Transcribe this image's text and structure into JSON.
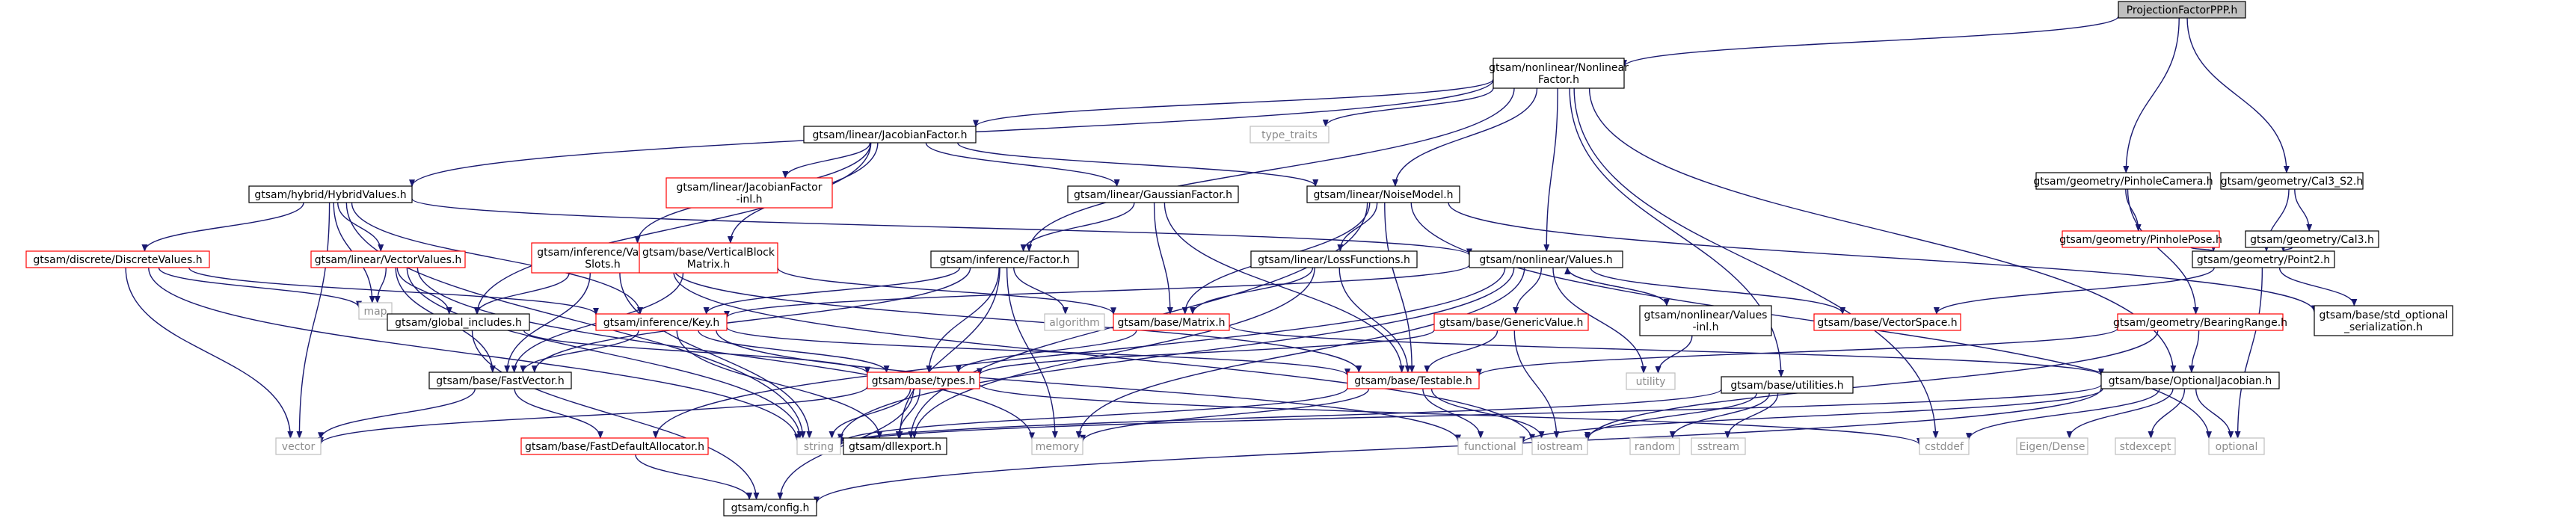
{
  "colors": {
    "edge": "#191970",
    "box_border_black": "#000000",
    "box_border_red": "#ff0000",
    "box_fill": "#ffffff",
    "root_fill": "#bfbfbf",
    "text_normal": "#000000",
    "text_external": "#8c8c8c"
  },
  "nodes": [
    {
      "id": "root",
      "lines": [
        "ProjectionFactorPPP.h"
      ],
      "style": "root"
    },
    {
      "id": "nlf",
      "lines": [
        "gtsam/nonlinear/Nonlinear",
        "Factor.h"
      ],
      "style": "black"
    },
    {
      "id": "pinhole_cam",
      "lines": [
        "gtsam/geometry/PinholeCamera.h"
      ],
      "style": "black"
    },
    {
      "id": "cal3s2",
      "lines": [
        "gtsam/geometry/Cal3_S2.h"
      ],
      "style": "black"
    },
    {
      "id": "jacobian",
      "lines": [
        "gtsam/linear/JacobianFactor.h"
      ],
      "style": "black"
    },
    {
      "id": "type_traits",
      "lines": [
        "type_traits"
      ],
      "style": "ext"
    },
    {
      "id": "hybrid",
      "lines": [
        "gtsam/hybrid/HybridValues.h"
      ],
      "style": "black"
    },
    {
      "id": "jf_inl",
      "lines": [
        "gtsam/linear/JacobianFactor",
        "-inl.h"
      ],
      "style": "red"
    },
    {
      "id": "gaussian",
      "lines": [
        "gtsam/linear/GaussianFactor.h"
      ],
      "style": "black"
    },
    {
      "id": "noise",
      "lines": [
        "gtsam/linear/NoiseModel.h"
      ],
      "style": "black"
    },
    {
      "id": "pinhole_pose",
      "lines": [
        "gtsam/geometry/PinholePose.h"
      ],
      "style": "red"
    },
    {
      "id": "cal3",
      "lines": [
        "gtsam/geometry/Cal3.h"
      ],
      "style": "black"
    },
    {
      "id": "discrete",
      "lines": [
        "gtsam/discrete/DiscreteValues.h"
      ],
      "style": "red"
    },
    {
      "id": "vecvalues",
      "lines": [
        "gtsam/linear/VectorValues.h"
      ],
      "style": "red"
    },
    {
      "id": "varslots",
      "lines": [
        "gtsam/inference/Variable",
        "Slots.h"
      ],
      "style": "red"
    },
    {
      "id": "vbm",
      "lines": [
        "gtsam/base/VerticalBlock",
        "Matrix.h"
      ],
      "style": "red"
    },
    {
      "id": "infactor",
      "lines": [
        "gtsam/inference/Factor.h"
      ],
      "style": "black"
    },
    {
      "id": "lossfn",
      "lines": [
        "gtsam/linear/LossFunctions.h"
      ],
      "style": "black"
    },
    {
      "id": "nlvalues",
      "lines": [
        "gtsam/nonlinear/Values.h"
      ],
      "style": "black"
    },
    {
      "id": "point2",
      "lines": [
        "gtsam/geometry/Point2.h"
      ],
      "style": "black"
    },
    {
      "id": "map",
      "lines": [
        "map"
      ],
      "style": "ext"
    },
    {
      "id": "global",
      "lines": [
        "gtsam/global_includes.h"
      ],
      "style": "black"
    },
    {
      "id": "key",
      "lines": [
        "gtsam/inference/Key.h"
      ],
      "style": "red"
    },
    {
      "id": "algorithm",
      "lines": [
        "algorithm"
      ],
      "style": "ext"
    },
    {
      "id": "matrix",
      "lines": [
        "gtsam/base/Matrix.h"
      ],
      "style": "red"
    },
    {
      "id": "genericvalue",
      "lines": [
        "gtsam/base/GenericValue.h"
      ],
      "style": "red"
    },
    {
      "id": "values_inl",
      "lines": [
        "gtsam/nonlinear/Values",
        "-inl.h"
      ],
      "style": "black"
    },
    {
      "id": "vectorspace",
      "lines": [
        "gtsam/base/VectorSpace.h"
      ],
      "style": "red"
    },
    {
      "id": "bearing",
      "lines": [
        "gtsam/geometry/BearingRange.h"
      ],
      "style": "red"
    },
    {
      "id": "stdopt",
      "lines": [
        "gtsam/base/std_optional",
        "_serialization.h"
      ],
      "style": "black"
    },
    {
      "id": "fastvector",
      "lines": [
        "gtsam/base/FastVector.h"
      ],
      "style": "black"
    },
    {
      "id": "types",
      "lines": [
        "gtsam/base/types.h"
      ],
      "style": "red"
    },
    {
      "id": "testable",
      "lines": [
        "gtsam/base/Testable.h"
      ],
      "style": "red"
    },
    {
      "id": "utility",
      "lines": [
        "utility"
      ],
      "style": "ext"
    },
    {
      "id": "utilities",
      "lines": [
        "gtsam/base/utilities.h"
      ],
      "style": "black"
    },
    {
      "id": "optjac",
      "lines": [
        "gtsam/base/OptionalJacobian.h"
      ],
      "style": "black"
    },
    {
      "id": "vector",
      "lines": [
        "vector"
      ],
      "style": "ext"
    },
    {
      "id": "fastalloc",
      "lines": [
        "gtsam/base/FastDefaultAllocator.h"
      ],
      "style": "red"
    },
    {
      "id": "string",
      "lines": [
        "string"
      ],
      "style": "ext"
    },
    {
      "id": "dllexport",
      "lines": [
        "gtsam/dllexport.h"
      ],
      "style": "black"
    },
    {
      "id": "memory",
      "lines": [
        "memory"
      ],
      "style": "ext"
    },
    {
      "id": "functional",
      "lines": [
        "functional"
      ],
      "style": "ext"
    },
    {
      "id": "iostream",
      "lines": [
        "iostream"
      ],
      "style": "ext"
    },
    {
      "id": "random",
      "lines": [
        "random"
      ],
      "style": "ext"
    },
    {
      "id": "sstream",
      "lines": [
        "sstream"
      ],
      "style": "ext"
    },
    {
      "id": "cstddef",
      "lines": [
        "cstddef"
      ],
      "style": "ext"
    },
    {
      "id": "eigendense",
      "lines": [
        "Eigen/Dense"
      ],
      "style": "ext"
    },
    {
      "id": "stdexcept",
      "lines": [
        "stdexcept"
      ],
      "style": "ext"
    },
    {
      "id": "optional",
      "lines": [
        "optional"
      ],
      "style": "ext"
    },
    {
      "id": "config",
      "lines": [
        "gtsam/config.h"
      ],
      "style": "black"
    }
  ],
  "edges": [
    [
      "root",
      "nlf"
    ],
    [
      "root",
      "pinhole_cam"
    ],
    [
      "root",
      "cal3s2"
    ],
    [
      "nlf",
      "jacobian"
    ],
    [
      "nlf",
      "type_traits"
    ],
    [
      "nlf",
      "hybrid"
    ],
    [
      "nlf",
      "noise"
    ],
    [
      "nlf",
      "infactor"
    ],
    [
      "nlf",
      "nlvalues"
    ],
    [
      "nlf",
      "optjac"
    ],
    [
      "nlf",
      "utilities"
    ],
    [
      "nlf",
      "cstddef"
    ],
    [
      "pinhole_cam",
      "pinhole_pose"
    ],
    [
      "pinhole_cam",
      "bearing"
    ],
    [
      "cal3s2",
      "cal3"
    ],
    [
      "cal3s2",
      "point2"
    ],
    [
      "jacobian",
      "jf_inl"
    ],
    [
      "jacobian",
      "gaussian"
    ],
    [
      "jacobian",
      "noise"
    ],
    [
      "jacobian",
      "varslots"
    ],
    [
      "jacobian",
      "vbm"
    ],
    [
      "jacobian",
      "global"
    ],
    [
      "hybrid",
      "discrete"
    ],
    [
      "hybrid",
      "vecvalues"
    ],
    [
      "hybrid",
      "nlvalues"
    ],
    [
      "hybrid",
      "map"
    ],
    [
      "hybrid",
      "string"
    ],
    [
      "hybrid",
      "vector"
    ],
    [
      "hybrid",
      "key"
    ],
    [
      "gaussian",
      "infactor"
    ],
    [
      "gaussian",
      "matrix"
    ],
    [
      "gaussian",
      "testable"
    ],
    [
      "noise",
      "lossfn"
    ],
    [
      "noise",
      "matrix"
    ],
    [
      "noise",
      "testable"
    ],
    [
      "noise",
      "dllexport"
    ],
    [
      "noise",
      "stdopt"
    ],
    [
      "noise",
      "optional"
    ],
    [
      "pinhole_pose",
      "point2"
    ],
    [
      "cal3",
      "point2"
    ],
    [
      "discrete",
      "key"
    ],
    [
      "discrete",
      "map"
    ],
    [
      "discrete",
      "vector"
    ],
    [
      "discrete",
      "string"
    ],
    [
      "vecvalues",
      "map"
    ],
    [
      "vecvalues",
      "global"
    ],
    [
      "vecvalues",
      "fastvector"
    ],
    [
      "vecvalues",
      "string"
    ],
    [
      "vecvalues",
      "memory"
    ],
    [
      "varslots",
      "global"
    ],
    [
      "varslots",
      "fastvector"
    ],
    [
      "varslots",
      "string"
    ],
    [
      "varslots",
      "testable"
    ],
    [
      "varslots",
      "iostream"
    ],
    [
      "vbm",
      "matrix"
    ],
    [
      "vbm",
      "fastvector"
    ],
    [
      "infactor",
      "key"
    ],
    [
      "infactor",
      "types"
    ],
    [
      "infactor",
      "algorithm"
    ],
    [
      "infactor",
      "memory"
    ],
    [
      "infactor",
      "dllexport"
    ],
    [
      "infactor",
      "fastvector"
    ],
    [
      "lossfn",
      "matrix"
    ],
    [
      "lossfn",
      "testable"
    ],
    [
      "lossfn",
      "dllexport"
    ],
    [
      "nlvalues",
      "key"
    ],
    [
      "nlvalues",
      "genericvalue"
    ],
    [
      "nlvalues",
      "values_inl"
    ],
    [
      "nlvalues",
      "vectorspace"
    ],
    [
      "nlvalues",
      "utility"
    ],
    [
      "nlvalues",
      "memory"
    ],
    [
      "nlvalues",
      "string"
    ],
    [
      "nlvalues",
      "fastalloc"
    ],
    [
      "point2",
      "vectorspace"
    ],
    [
      "point2",
      "stdopt"
    ],
    [
      "point2",
      "optional"
    ],
    [
      "global",
      "types"
    ],
    [
      "global",
      "config"
    ],
    [
      "key",
      "fastvector"
    ],
    [
      "key",
      "types"
    ],
    [
      "key",
      "testable"
    ],
    [
      "key",
      "dllexport"
    ],
    [
      "key",
      "functional"
    ],
    [
      "matrix",
      "types"
    ],
    [
      "matrix",
      "optjac"
    ],
    [
      "genericvalue",
      "testable"
    ],
    [
      "genericvalue",
      "iostream"
    ],
    [
      "genericvalue",
      "types"
    ],
    [
      "values_inl",
      "nlvalues"
    ],
    [
      "values_inl",
      "utility"
    ],
    [
      "bearing",
      "optjac"
    ],
    [
      "bearing",
      "testable"
    ],
    [
      "bearing",
      "iostream"
    ],
    [
      "fastvector",
      "fastalloc"
    ],
    [
      "fastvector",
      "vector"
    ],
    [
      "types",
      "dllexport"
    ],
    [
      "types",
      "string"
    ],
    [
      "types",
      "config"
    ],
    [
      "types",
      "cstddef"
    ],
    [
      "types",
      "vector"
    ],
    [
      "testable",
      "iostream"
    ],
    [
      "testable",
      "memory"
    ],
    [
      "testable",
      "functional"
    ],
    [
      "testable",
      "string"
    ],
    [
      "utilities",
      "string"
    ],
    [
      "utilities",
      "iostream"
    ],
    [
      "utilities",
      "random"
    ],
    [
      "utilities",
      "sstream"
    ],
    [
      "optjac",
      "functional"
    ],
    [
      "optjac",
      "config"
    ],
    [
      "optjac",
      "eigendense"
    ],
    [
      "optjac",
      "stdexcept"
    ],
    [
      "optjac",
      "optional"
    ],
    [
      "optjac",
      "cstddef"
    ],
    [
      "optjac",
      "string"
    ],
    [
      "fastalloc",
      "config"
    ]
  ]
}
